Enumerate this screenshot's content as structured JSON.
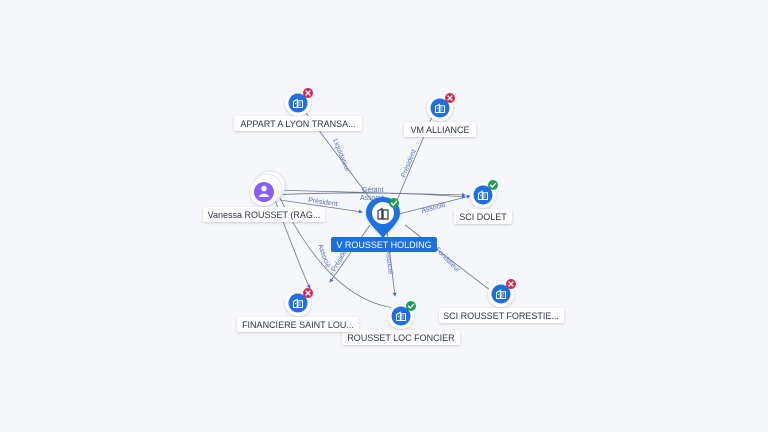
{
  "center": {
    "label": "V ROUSSET HOLDING",
    "status": "active"
  },
  "person": {
    "label": "Vanessa ROUSSET (RAG..."
  },
  "companies": [
    {
      "id": "appart",
      "label": "APPART A LYON TRANSA...",
      "status": "closed"
    },
    {
      "id": "vm",
      "label": "VM ALLIANCE",
      "status": "closed"
    },
    {
      "id": "scidolet",
      "label": "SCI DOLET",
      "status": "active"
    },
    {
      "id": "foresti",
      "label": "SCI ROUSSET FORESTIE...",
      "status": "closed"
    },
    {
      "id": "locfoncier",
      "label": "ROUSSET LOC FONCIER",
      "status": "active"
    },
    {
      "id": "financiere",
      "label": "FINANCIERE SAINT LOU...",
      "status": "closed"
    }
  ],
  "edge_labels": {
    "liquidateur": "Liquidateur",
    "president_vm": "Président",
    "gerant": "Gérant",
    "associe_top": "Associé",
    "president_person": "Président",
    "associe_dolet": "Associé",
    "associe_loc": "Associé",
    "fondateur": "Fondateur",
    "president_fin": "Président",
    "associe_fin": "Associé"
  },
  "colors": {
    "background": "#f5f7fb",
    "node_blue": "#1e6fe0",
    "active_green": "#1f9d55",
    "closed_red": "#d8234a",
    "person_purple": "#8b5cf6",
    "center_label_bg": "#1e6fe0",
    "edge": "#6b7689",
    "edge_label": "#5a6fbf"
  },
  "icons": {
    "company": "building-icon",
    "person": "person-icon",
    "active": "check-icon",
    "closed": "x-icon"
  }
}
